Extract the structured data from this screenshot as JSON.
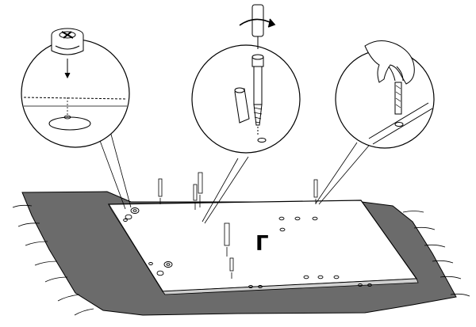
{
  "diagram": {
    "panel_label": "Γ",
    "callouts": [
      {
        "id": "cam-lock",
        "icon": "cam-lock-icon"
      },
      {
        "id": "screwdriver-dowel",
        "icon": "screwdriver-icon"
      },
      {
        "id": "hand-dowel",
        "icon": "hand-icon"
      }
    ],
    "rotation_arrow": "rotate-clockwise-icon"
  },
  "colors": {
    "floor": "#6b6b6b",
    "ink": "#000000",
    "panel": "#ffffff"
  }
}
